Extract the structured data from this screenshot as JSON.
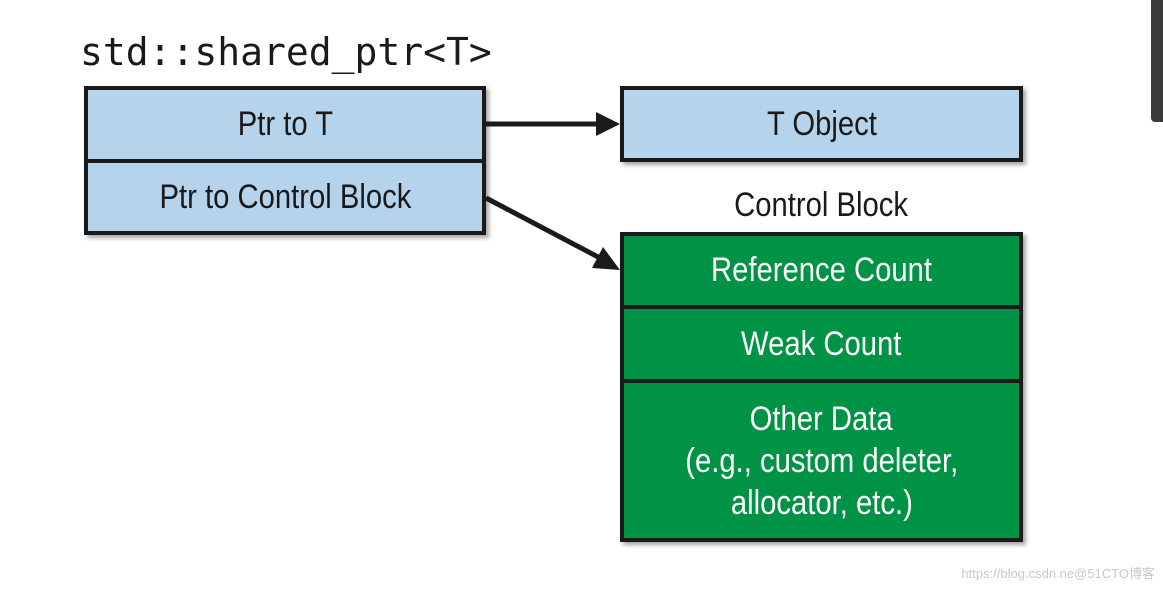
{
  "title": "std::shared_ptr<T>",
  "shared_ptr_box": {
    "ptr_to_t": "Ptr to T",
    "ptr_to_control_block": "Ptr to Control Block"
  },
  "t_object_box": {
    "label": "T Object"
  },
  "control_block": {
    "heading": "Control Block",
    "reference_count": "Reference Count",
    "weak_count": "Weak Count",
    "other_data_lines": [
      "Other Data",
      "(e.g., custom deleter,",
      "allocator, etc.)"
    ]
  },
  "watermark": "https://blog.csdn.ne@51CTO博客",
  "colors": {
    "pointer_fill": "#b5d3ea",
    "control_fill": "#009245",
    "outline": "#1a1a1a"
  }
}
